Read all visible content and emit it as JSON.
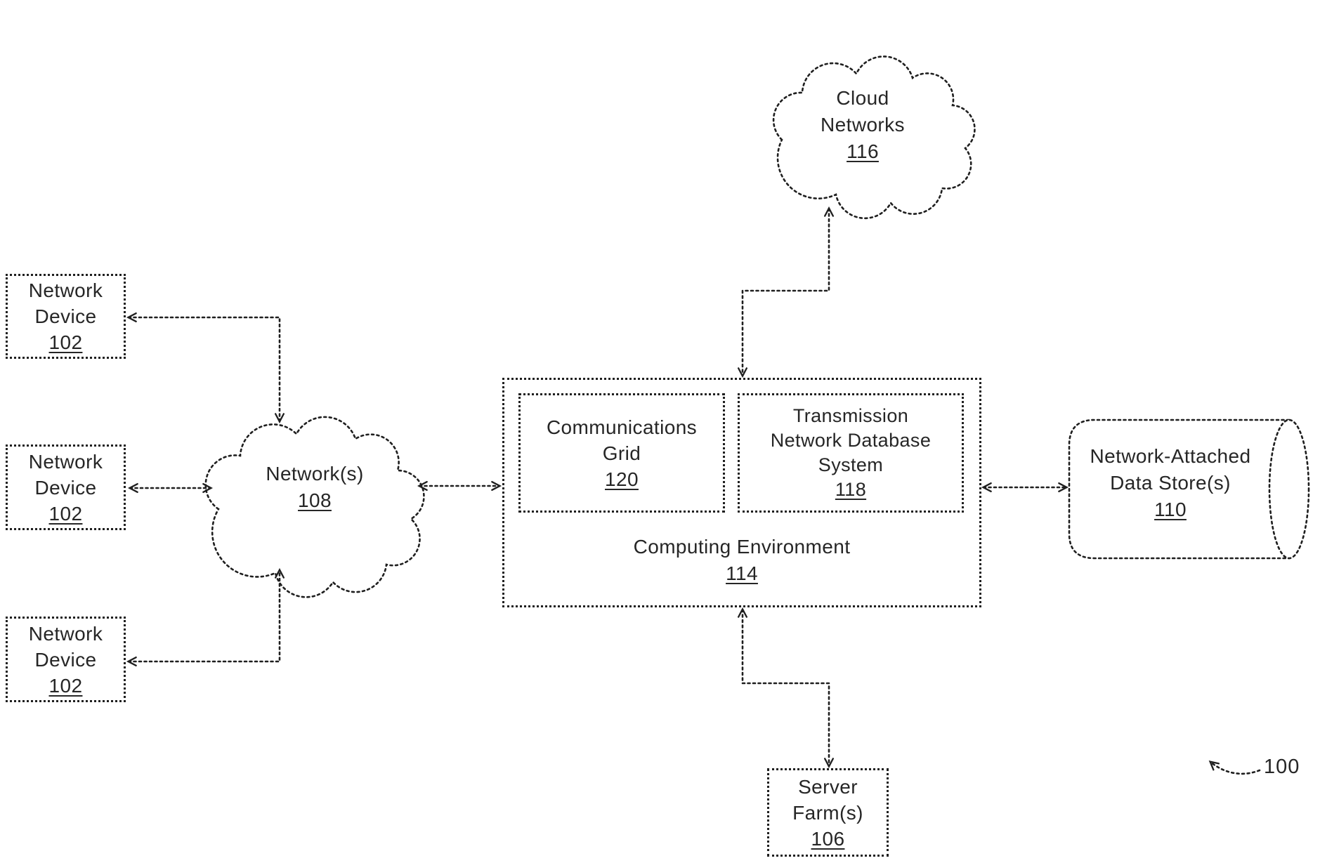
{
  "figure": {
    "ref_label": "100",
    "colors": {
      "ink": "#1f1f1f",
      "background": "#ffffff"
    },
    "nodes": {
      "network_device_1": {
        "line1": "Network",
        "line2": "Device",
        "ref": "102"
      },
      "network_device_2": {
        "line1": "Network",
        "line2": "Device",
        "ref": "102"
      },
      "network_device_3": {
        "line1": "Network",
        "line2": "Device",
        "ref": "102"
      },
      "networks_cloud": {
        "line1": "Network(s)",
        "ref": "108"
      },
      "cloud_networks": {
        "line1": "Cloud",
        "line2": "Networks",
        "ref": "116"
      },
      "communications_grid": {
        "line1": "Communications",
        "line2": "Grid",
        "ref": "120"
      },
      "transmission_network_database_system": {
        "line1": "Transmission",
        "line2": "Network Database",
        "line3": "System",
        "ref": "118"
      },
      "computing_environment": {
        "line1": "Computing Environment",
        "ref": "114"
      },
      "network_attached_data_stores": {
        "line1": "Network-Attached",
        "line2": "Data Store(s)",
        "ref": "110"
      },
      "server_farms": {
        "line1": "Server",
        "line2": "Farm(s)",
        "ref": "106"
      }
    }
  }
}
